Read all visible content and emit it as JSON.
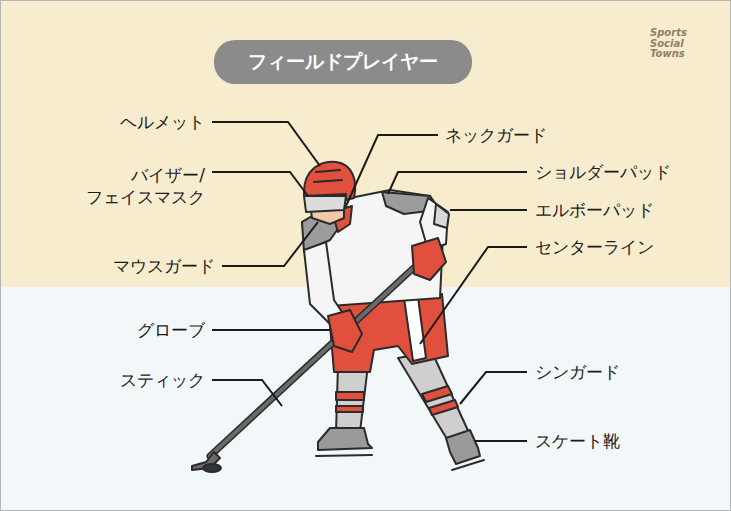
{
  "diagram": {
    "title": "フィールドプレイヤー",
    "labels": [
      "ヘルメット",
      "バイザー/ フェイスマスク",
      "マウスガード",
      "グローブ",
      "スティック",
      "ネックガード",
      "ショルダーパッド",
      "エルボーパッド",
      "センターライン",
      "シンガード",
      "スケート靴",
      "Sports Social Towns"
    ]
  }
}
